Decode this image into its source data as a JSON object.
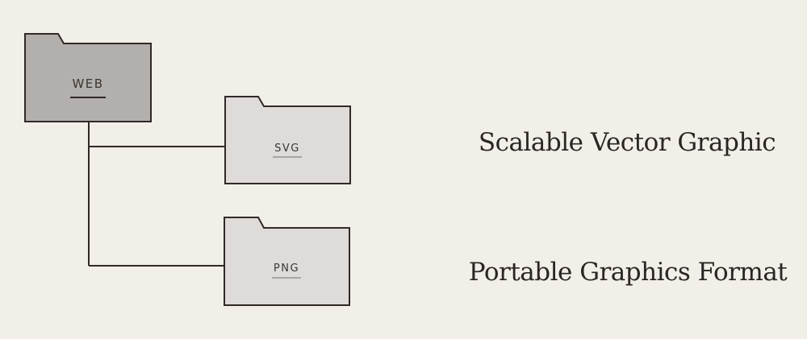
{
  "folders": {
    "root": {
      "label": "WEB",
      "fill": "#b3afac",
      "underline": "#2f2a27"
    },
    "child_1": {
      "label": "SVG",
      "fill": "#dedbd9",
      "underline": "#a9a5a2"
    },
    "child_2": {
      "label": "PNG",
      "fill": "#dedbd9",
      "underline": "#a9a5a2"
    }
  },
  "descriptions": {
    "svg": "Scalable Vector Graphic",
    "png": "Portable Graphics Format"
  },
  "colors": {
    "background": "#f2eee8",
    "stroke": "#2f2a27",
    "label_text": "#3a3633"
  }
}
